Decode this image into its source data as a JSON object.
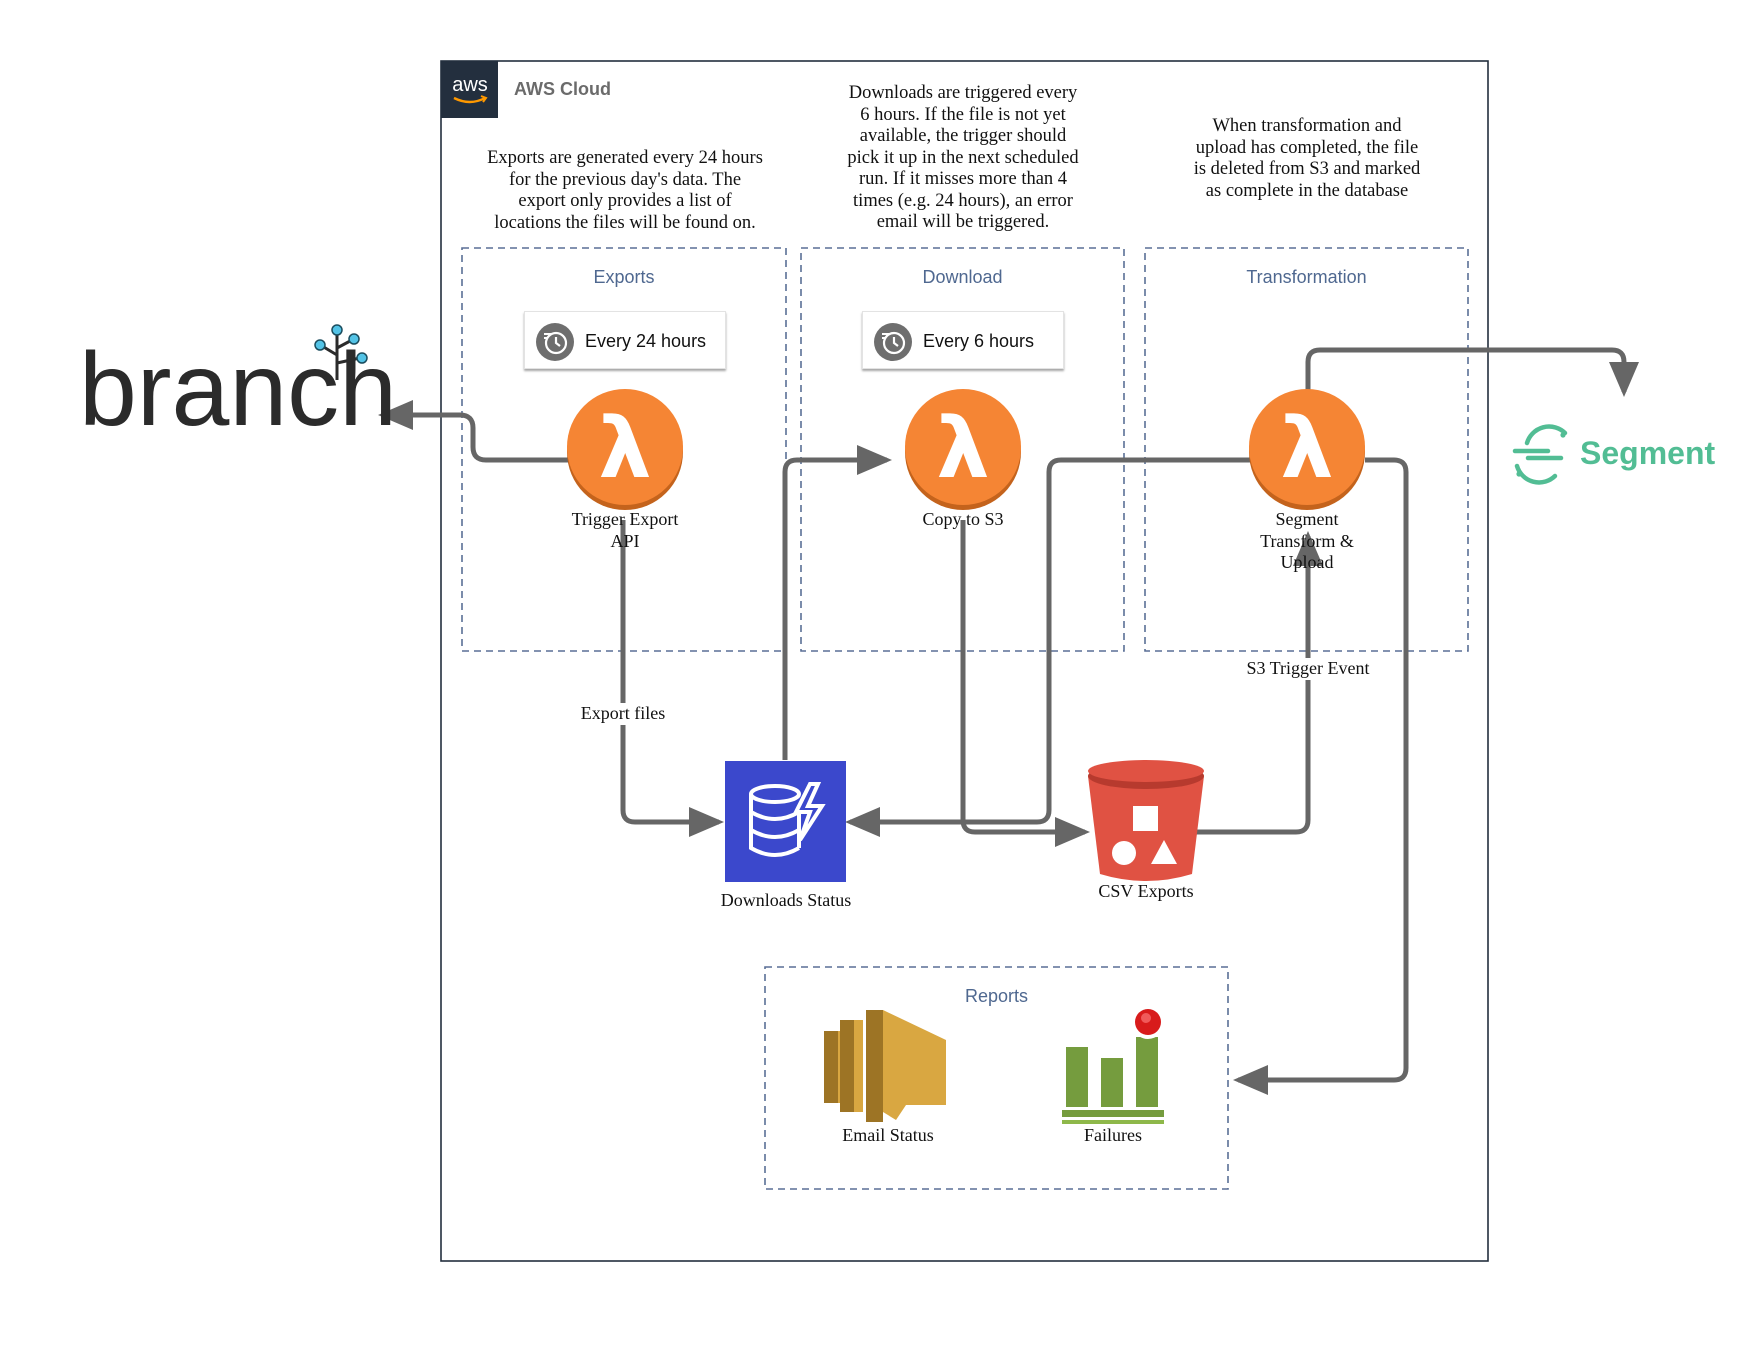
{
  "cloud": {
    "badge": "aws",
    "title": "AWS Cloud"
  },
  "notes": {
    "exports": [
      "Exports are generated every 24 hours",
      "for the previous day's data. The",
      "export only provides a list of",
      "locations the files will be found on."
    ],
    "download": [
      "Downloads are triggered every",
      "6 hours. If the file is not yet",
      "available, the trigger should",
      "pick it up in the next scheduled",
      "run. If it misses more than 4",
      "times (e.g. 24 hours), an error",
      "email will be triggered."
    ],
    "transformation": [
      "When transformation and",
      "upload has completed, the file",
      "is deleted from S3 and marked",
      "as complete in the database"
    ]
  },
  "groups": {
    "exports": "Exports",
    "download": "Download",
    "transformation": "Transformation",
    "reports": "Reports"
  },
  "schedules": {
    "exports": "Every 24 hours",
    "download": "Every 6 hours"
  },
  "lambdas": {
    "trigger_export": [
      "Trigger Export",
      "API"
    ],
    "copy_to_s3": [
      "Copy to S3"
    ],
    "segment_transform": [
      "Segment",
      "Transform &",
      "Upload"
    ]
  },
  "edge_labels": {
    "export_files": "Export files",
    "s3_trigger": "S3 Trigger Event"
  },
  "resources": {
    "downloads_status": "Downloads Status",
    "csv_exports": "CSV Exports",
    "email_status": "Email Status",
    "failures": "Failures"
  },
  "external": {
    "branch": "branch",
    "segment": "Segment"
  },
  "colors": {
    "lambda": "#f58534",
    "lambda_shadow": "#c4631c",
    "dynamodb": "#3b48cc",
    "s3": "#e05243",
    "s3_dark": "#b73a2e",
    "ses": "#d9a741",
    "cloudwatch": "#759c3e",
    "arrow": "#666666",
    "group_border": "#5a6f96",
    "segment_green": "#52bd94",
    "aws_badge": "#232f3e",
    "alarm_red": "#d81b1b"
  },
  "icons": {
    "branch_logo": "branch-tree-logo",
    "segment_logo": "segment-logo",
    "schedule": "clock-history-icon",
    "lambda": "lambda-icon",
    "dynamodb": "dynamodb-icon",
    "s3": "s3-bucket-icon",
    "ses": "ses-email-icon",
    "cloudwatch": "cloudwatch-alarm-icon"
  }
}
